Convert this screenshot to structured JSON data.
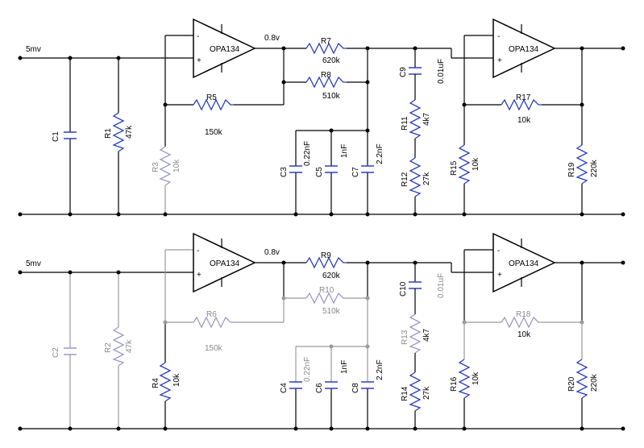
{
  "input_label_1": "5mv",
  "input_label_2": "5mv",
  "node_label_1": "0.8v",
  "node_label_2": "0.8v",
  "opamps": {
    "u1": "OPA134",
    "u2": "OPA134",
    "u3": "OPA134",
    "u4": "OPA134",
    "minus": "-",
    "plus": "+"
  },
  "resistors": {
    "r1": {
      "ref": "R1",
      "val": "47k"
    },
    "r2": {
      "ref": "R2",
      "val": "47k"
    },
    "r3": {
      "ref": "R3",
      "val": "10k"
    },
    "r4": {
      "ref": "R4",
      "val": "10k"
    },
    "r5": {
      "ref": "R5",
      "val": "150k"
    },
    "r6": {
      "ref": "R6",
      "val": "150k"
    },
    "r7": {
      "ref": "R7",
      "val": "620k"
    },
    "r8": {
      "ref": "R8",
      "val": "510k"
    },
    "r9": {
      "ref": "R9",
      "val": "620k"
    },
    "r10": {
      "ref": "R10",
      "val": "510k"
    },
    "r11": {
      "ref": "R11",
      "val": "4k7"
    },
    "r12": {
      "ref": "R12",
      "val": "27k"
    },
    "r13": {
      "ref": "R13",
      "val": "4k7"
    },
    "r14": {
      "ref": "R14",
      "val": "27k"
    },
    "r15": {
      "ref": "R15",
      "val": "10k"
    },
    "r16": {
      "ref": "R16",
      "val": "10k"
    },
    "r17": {
      "ref": "R17",
      "val": "10k"
    },
    "r18": {
      "ref": "R18",
      "val": "10k"
    },
    "r19": {
      "ref": "R19",
      "val": "220k"
    },
    "r20": {
      "ref": "R20",
      "val": "220k"
    }
  },
  "capacitors": {
    "c1": {
      "ref": "C1"
    },
    "c2": {
      "ref": "C2"
    },
    "c3": {
      "ref": "C3",
      "val": "0.22nF"
    },
    "c4": {
      "ref": "C4",
      "val": "0.22nF"
    },
    "c5": {
      "ref": "C5",
      "val": "1nF"
    },
    "c6": {
      "ref": "C6",
      "val": "1nF"
    },
    "c7": {
      "ref": "C7",
      "val": "2.2nF"
    },
    "c8": {
      "ref": "C8",
      "val": "2.2nF"
    },
    "c9": {
      "ref": "C9",
      "val": "0.01uF"
    },
    "c10": {
      "ref": "C10",
      "val": "0.01uF"
    }
  }
}
